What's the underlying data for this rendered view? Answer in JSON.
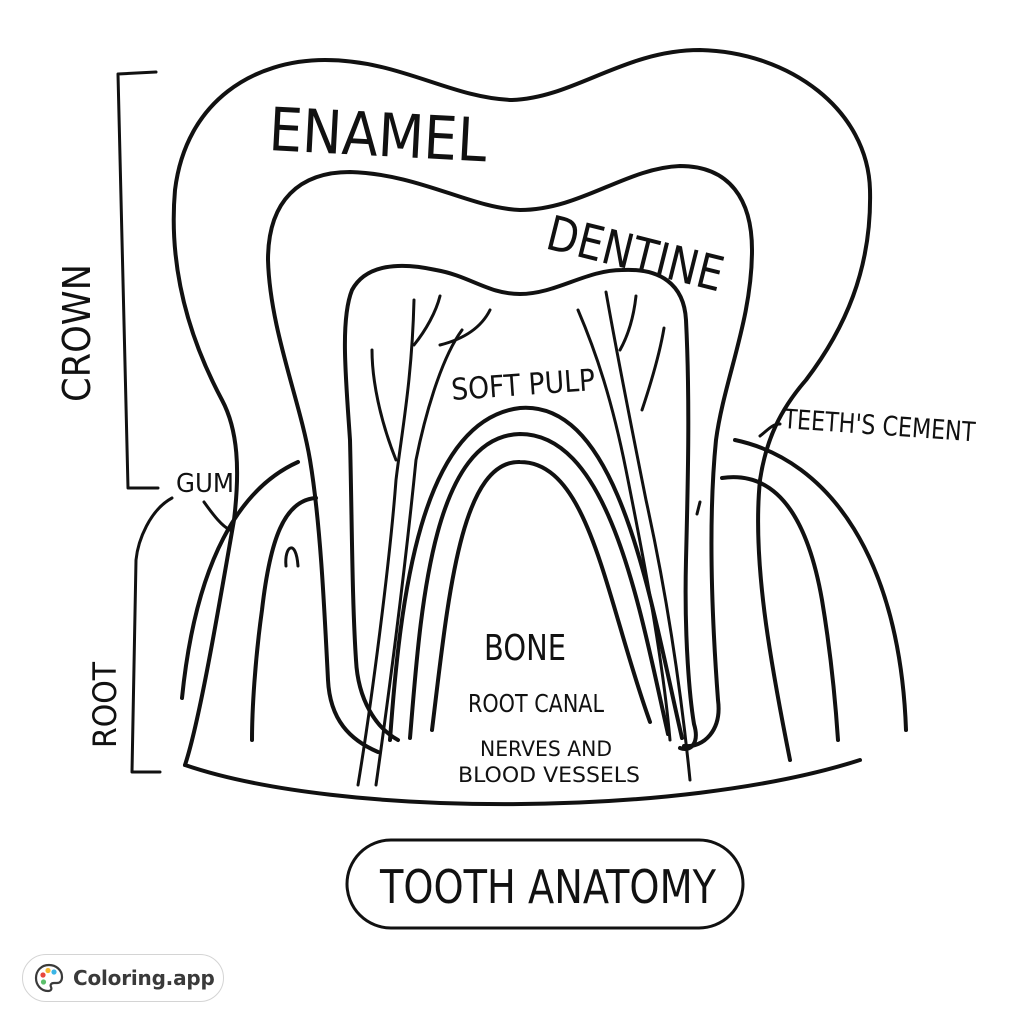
{
  "labels": {
    "enamel": "ENAMEL",
    "dentine": "DENTINE",
    "soft_pulp": "SOFT PULP",
    "teeth_cement": "TEETH'S CEMENT",
    "gum": "GUM",
    "bone": "BONE",
    "root_canal": "ROOT CANAL",
    "nerves_line1": "NERVES AND",
    "nerves_line2": "BLOOD VESSELS",
    "crown": "CROWN",
    "root": "ROOT"
  },
  "title": "TOOTH ANATOMY",
  "branding": {
    "text": "Coloring.app",
    "icon": "palette-icon"
  },
  "colors": {
    "ink": "#111111",
    "background": "#ffffff",
    "palette": [
      "#e8463c",
      "#f5b82e",
      "#3bb5e6",
      "#5cc06b"
    ]
  }
}
